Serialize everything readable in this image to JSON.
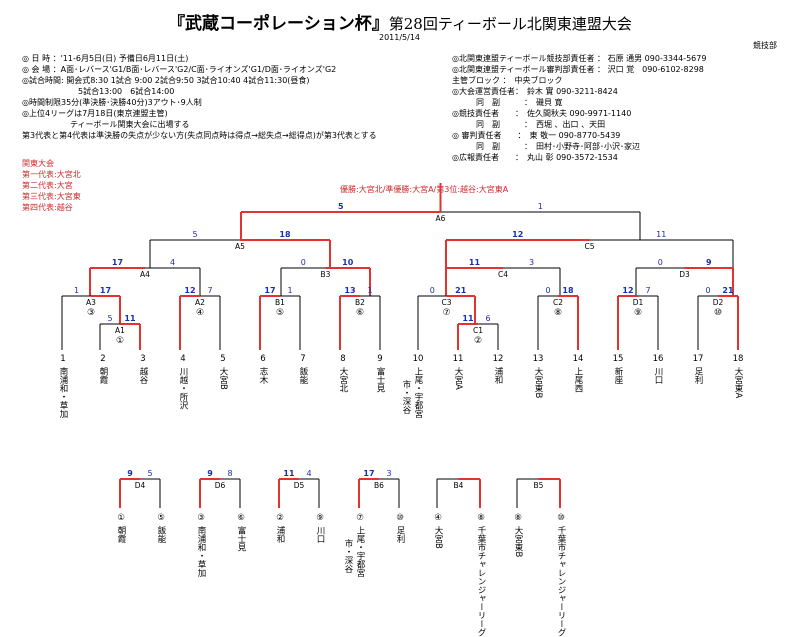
{
  "title": {
    "main": "『武蔵コーポレーション杯』",
    "sub": "第28回ティーボール北関東連盟大会",
    "date": "2011/5/14",
    "dept": "競技部"
  },
  "info_left": [
    "◎ 日 時 ：'11-6月5日(日) 予備日6月11日(土)",
    "◎ 会 場 ：A面･レバース'G1/B面･レバース'G2/C面･ライオンズ'G1/D面･ライオンズ'G2",
    "◎試合時間: 開会式8:30 1試合 9:00 2試合9:50 3試合10:40 4試合11:30(昼食)",
    "　　　　　　　5試合13:00　6試合14:00",
    "◎時間制限35分(準決勝･決勝40分)3アウト･9人制",
    "◎上位4リーグは7月18日(東京連盟主管)",
    "　　　　　　ティーボール関東大会に出場する",
    "第3代表と第4代表は準決勝の失点が少ない方(失点同点時は得点→総失点→総得点)が第3代表とする"
  ],
  "info_right": [
    "◎北関東連盟ティーボール競技部責任者 ： 石原 通男 090-3344-5679",
    "◎北関東連盟ティーボール審判部責任者 ： 沢口 覚　090-6102-8298",
    "主管ブロック ：　中央ブロック",
    "◎大会運営責任者：　鈴木 實 090-3211-8424",
    "　　　同　副　　　：　磯貝 寛",
    "◎競技責任者　　：　佐久間秋夫 090-9971-1140",
    "　　　同　副　　　：　西堀 、出口 、天田",
    "◎ 審判責任者　　：　東 敬一 090-8770-5439",
    "　　　同　副　　　：　田村･小野寺･阿部･小沢･家辺",
    "◎広報責任者　　：　丸山 彰 090-3572-1534"
  ],
  "results": {
    "heading": "関東大会",
    "lines": [
      "第一代表:大宮北",
      "第二代表:大宮",
      "第三代表:大宮東",
      "第四代表:越谷"
    ]
  },
  "ranking": "優勝:大宮北/準優勝:大宮A/第3位:越谷:大宮東A",
  "teams": [
    {
      "num": "1",
      "name": "南浦和・草加"
    },
    {
      "num": "2",
      "name": "朝霞"
    },
    {
      "num": "3",
      "name": "越谷"
    },
    {
      "num": "4",
      "name": "川越・所沢"
    },
    {
      "num": "5",
      "name": "大宮B"
    },
    {
      "num": "6",
      "name": "志木"
    },
    {
      "num": "7",
      "name": "飯能"
    },
    {
      "num": "8",
      "name": "大宮北"
    },
    {
      "num": "9",
      "name": "富士見"
    },
    {
      "num": "10",
      "name": "上尾・宇都宮"
    },
    {
      "num": "10",
      "name": "市・深谷"
    },
    {
      "num": "11",
      "name": "大宮A"
    },
    {
      "num": "12",
      "name": "浦和"
    },
    {
      "num": "13",
      "name": "大宮東B"
    },
    {
      "num": "14",
      "name": "上尾西"
    },
    {
      "num": "15",
      "name": "新座"
    },
    {
      "num": "16",
      "name": "川口"
    },
    {
      "num": "17",
      "name": "足利"
    },
    {
      "num": "18",
      "name": "大宮東A"
    }
  ],
  "bottom_teams": [
    {
      "num": "①",
      "name": "朝霞"
    },
    {
      "num": "⑤",
      "name": "飯能"
    },
    {
      "num": "③",
      "name": "南浦和・草加"
    },
    {
      "num": "⑥",
      "name": "富士見"
    },
    {
      "num": "②",
      "name": "浦和"
    },
    {
      "num": "⑨",
      "name": "川口"
    },
    {
      "num": "⑦",
      "name": "上尾・宇都宮"
    },
    {
      "num": "⑦",
      "name": "市・深谷"
    },
    {
      "num": "⑩",
      "name": "足利"
    },
    {
      "num": "④",
      "name": "大宮B"
    },
    {
      "num": "⑧",
      "name": "千葉市チャレンジャーリーグ"
    },
    {
      "num": "⑧",
      "name": "大宮東B"
    },
    {
      "num": "⑩",
      "name": "千葉市チャレンジャーリーグ"
    }
  ],
  "matches": [
    {
      "label": "A6",
      "left_score": "5",
      "right_score": "1",
      "sub": ""
    },
    {
      "label": "A5",
      "left_score": "5",
      "right_score": "18",
      "sub": ""
    },
    {
      "label": "C5",
      "left_score": "12",
      "right_score": "11",
      "sub": ""
    },
    {
      "label": "A4",
      "left_score": "17",
      "right_score": "4",
      "sub": ""
    },
    {
      "label": "B3",
      "left_score": "0",
      "right_score": "10",
      "sub": ""
    },
    {
      "label": "C4",
      "left_score": "11",
      "right_score": "3",
      "sub": ""
    },
    {
      "label": "D3",
      "left_score": "0",
      "right_score": "9",
      "sub": ""
    },
    {
      "label": "A3",
      "left_score": "1",
      "right_score": "17",
      "sub": "③"
    },
    {
      "label": "A2",
      "left_score": "12",
      "right_score": "7",
      "sub": "④"
    },
    {
      "label": "B1",
      "left_score": "17",
      "right_score": "1",
      "sub": "⑤"
    },
    {
      "label": "B2",
      "left_score": "13",
      "right_score": "1",
      "sub": "⑥"
    },
    {
      "label": "C3",
      "left_score": "0",
      "right_score": "21",
      "sub": "⑦"
    },
    {
      "label": "C2",
      "left_score": "0",
      "right_score": "18",
      "sub": "⑧"
    },
    {
      "label": "D1",
      "left_score": "12",
      "right_score": "7",
      "sub": "⑨"
    },
    {
      "label": "D2",
      "left_score": "0",
      "right_score": "21",
      "sub": "⑩"
    },
    {
      "label": "A1",
      "left_score": "5",
      "right_score": "11",
      "sub": "①"
    },
    {
      "label": "C1",
      "left_score": "11",
      "right_score": "6",
      "sub": "②"
    },
    {
      "label": "D4",
      "left_score": "9",
      "right_score": "5",
      "sub": ""
    },
    {
      "label": "D6",
      "left_score": "9",
      "right_score": "8",
      "sub": ""
    },
    {
      "label": "D5",
      "left_score": "11",
      "right_score": "4",
      "sub": ""
    },
    {
      "label": "B6",
      "left_score": "17",
      "right_score": "3",
      "sub": ""
    },
    {
      "label": "B4",
      "left_score": "",
      "right_score": "",
      "sub": ""
    },
    {
      "label": "B5",
      "left_score": "",
      "right_score": "",
      "sub": ""
    }
  ],
  "colors": {
    "win": "#e23232",
    "line": "#000000",
    "score": "#1a2fb0"
  }
}
